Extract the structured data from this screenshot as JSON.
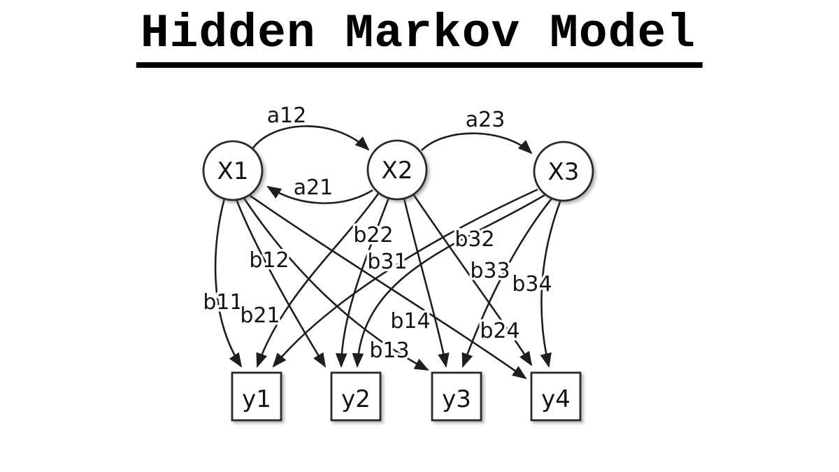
{
  "title": "Hidden Markov Model",
  "colors": {
    "background": "#ffffff",
    "stroke": "#1e1e1e",
    "node_fill": "#ffffff",
    "text": "#141414",
    "title_text": "#000000"
  },
  "diagram": {
    "hidden_states": [
      {
        "label": "X1"
      },
      {
        "label": "X2"
      },
      {
        "label": "X3"
      }
    ],
    "observations": [
      {
        "label": "y1"
      },
      {
        "label": "y2"
      },
      {
        "label": "y3"
      },
      {
        "label": "y4"
      }
    ],
    "transitions": [
      {
        "label": "a12",
        "from": "X1",
        "to": "X2"
      },
      {
        "label": "a21",
        "from": "X2",
        "to": "X1"
      },
      {
        "label": "a23",
        "from": "X2",
        "to": "X3"
      }
    ],
    "emissions": [
      {
        "label": "b11",
        "from": "X1",
        "to": "y1"
      },
      {
        "label": "b12",
        "from": "X1",
        "to": "y2"
      },
      {
        "label": "b13",
        "from": "X1",
        "to": "y3"
      },
      {
        "label": "b14",
        "from": "X1",
        "to": "y4"
      },
      {
        "label": "b21",
        "from": "X2",
        "to": "y1"
      },
      {
        "label": "b22",
        "from": "X2",
        "to": "y2"
      },
      {
        "label": "",
        "from": "X2",
        "to": "y3"
      },
      {
        "label": "b24",
        "from": "X2",
        "to": "y4"
      },
      {
        "label": "b31",
        "from": "X3",
        "to": "y1"
      },
      {
        "label": "b32",
        "from": "X3",
        "to": "y2"
      },
      {
        "label": "b33",
        "from": "X3",
        "to": "y3"
      },
      {
        "label": "b34",
        "from": "X3",
        "to": "y4"
      }
    ]
  }
}
